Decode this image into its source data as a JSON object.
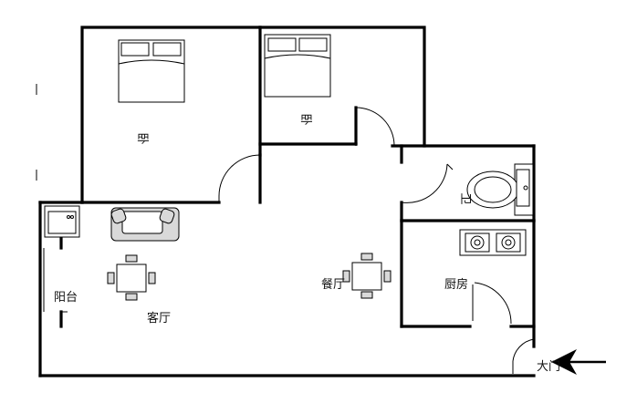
{
  "rooms": {
    "bedroom_left": "卧",
    "bedroom_right": "卧",
    "bathroom": "卫",
    "kitchen": "厨房",
    "dining": "餐厅",
    "living": "客厅",
    "balcony": "阳台",
    "entrance": "大门"
  }
}
